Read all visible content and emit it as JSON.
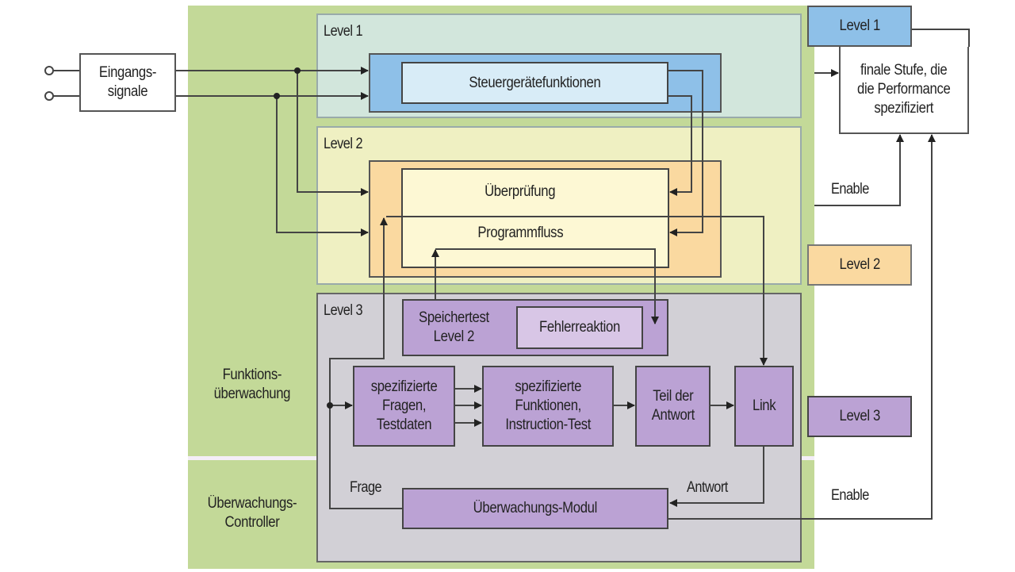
{
  "diagram": {
    "input_block": {
      "label": "Eingangs-\nsignale"
    },
    "sections": {
      "function_monitoring": "Funktions-\nüberwachung",
      "monitoring_controller": "Überwachungs-\nController"
    },
    "level1": {
      "title": "Level 1",
      "block": "Steuergerätefunktionen"
    },
    "level2": {
      "title": "Level 2",
      "check": "Überprüfung",
      "flow": "Programmfluss"
    },
    "level3": {
      "title": "Level 3",
      "memory_test": "Speichertest\nLevel 2",
      "error_reaction": "Fehlerreaktion",
      "questions": "spezifizierte\nFragen,\nTestdaten",
      "functions": "spezifizierte\nFunktionen,\nInstruction-Test",
      "answer_part": "Teil der\nAntwort",
      "link": "Link",
      "monitor_module": "Überwachungs-Modul",
      "question_label": "Frage",
      "answer_label": "Antwort"
    },
    "legend": {
      "level1": "Level 1",
      "level2": "Level 2",
      "level3": "Level 3"
    },
    "final_stage": "finale Stufe, die\ndie Performance\nspezifiziert",
    "enable_top": "Enable",
    "enable_bottom": "Enable",
    "colors": {
      "green_background": "#c3d998",
      "level1_blue": "#8ec0e8",
      "level2_orange": "#fad9a0",
      "level3_purple": "#bba2d4"
    }
  }
}
